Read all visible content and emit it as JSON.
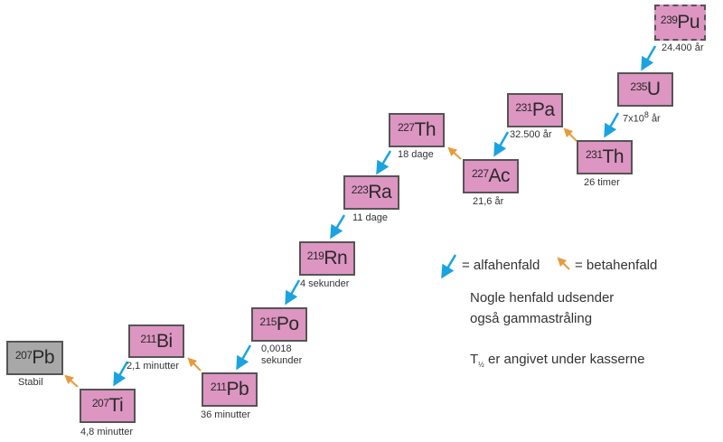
{
  "colors": {
    "alpha": "#1aa3e0",
    "beta": "#e89a3c",
    "box": "#dd95c2",
    "stable": "#a8a8a8"
  },
  "nuclides": [
    {
      "mass": "239",
      "symbol": "Pu",
      "halflife": "24.400 år"
    },
    {
      "mass": "235",
      "symbol": "U",
      "halflife_base": "7x10",
      "halflife_exp": "8",
      "halflife_unit": "år"
    },
    {
      "mass": "231",
      "symbol": "Th",
      "halflife": "26 timer"
    },
    {
      "mass": "231",
      "symbol": "Pa",
      "halflife": "32.500 år"
    },
    {
      "mass": "227",
      "symbol": "Ac",
      "halflife": "21,6 år"
    },
    {
      "mass": "227",
      "symbol": "Th",
      "halflife": "18 dage"
    },
    {
      "mass": "223",
      "symbol": "Ra",
      "halflife": "11 dage"
    },
    {
      "mass": "219",
      "symbol": "Rn",
      "halflife": "4 sekunder"
    },
    {
      "mass": "215",
      "symbol": "Po",
      "halflife_line1": "0,0018",
      "halflife_line2": "sekunder"
    },
    {
      "mass": "211",
      "symbol": "Pb",
      "halflife": "36 minutter"
    },
    {
      "mass": "211",
      "symbol": "Bi",
      "halflife": "2,1 minutter"
    },
    {
      "mass": "207",
      "symbol": "Ti",
      "halflife": "4,8 minutter"
    },
    {
      "mass": "207",
      "symbol": "Pb",
      "halflife": "Stabil"
    }
  ],
  "legend": {
    "alpha": "= alfahenfald",
    "beta": "= betahenfald",
    "note_line1": "Nogle henfald udsender",
    "note_line2": "også gammastråling",
    "halflife_symbol": "T",
    "halflife_sub": "½",
    "halflife_note": " er angivet under kasserne"
  }
}
